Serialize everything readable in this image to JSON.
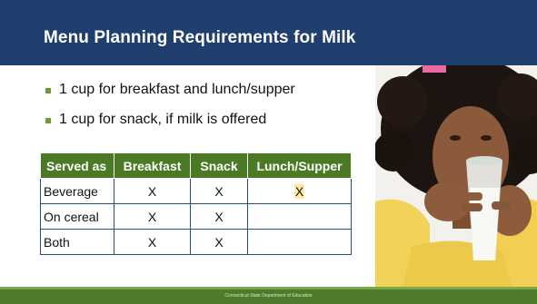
{
  "slide": {
    "title": "Menu Planning Requirements for Milk",
    "bullets": [
      "1 cup for breakfast and lunch/supper",
      "1 cup for snack, if milk is offered"
    ],
    "table": {
      "headers": [
        "Served as",
        "Breakfast",
        "Snack",
        "Lunch/Supper"
      ],
      "rows": [
        [
          "Beverage",
          "X",
          "X",
          "X"
        ],
        [
          "On cereal",
          "X",
          "X",
          ""
        ],
        [
          "Both",
          "X",
          "X",
          ""
        ]
      ]
    },
    "footer": "Connecticut State Department of Education"
  },
  "colors": {
    "header_bg": "#213f6e",
    "table_header_bg": "#4a7a25",
    "bullet": "#6a9a3a",
    "footer_bg": "#4f7a2c",
    "highlight": "#ffe9a0"
  },
  "icons": {
    "photo": "woman-drinking-milk-photo"
  }
}
